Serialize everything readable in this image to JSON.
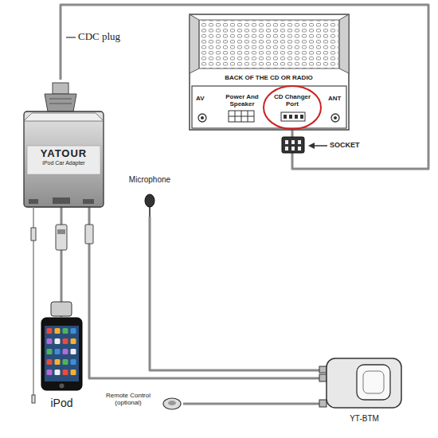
{
  "diagram": {
    "nodes": [
      {
        "text": [
          "BACK OF THE CD OR RADIO"
        ]
      },
      {
        "text": [
          "Power And Speaker"
        ],
        "in": 0
      },
      {
        "text": [
          "CD Changer Port"
        ],
        "in": 0
      },
      {
        "text": [
          "YATOUR",
          "iPod Car Adapter"
        ]
      },
      {
        "text": [
          "Microphone"
        ]
      },
      {
        "text": [
          "iPod"
        ]
      },
      {
        "text": [
          "Remote Control (optional)"
        ]
      },
      {
        "text": [
          "YT-BTM"
        ]
      }
    ],
    "edges": [
      {
        "from": 3,
        "to": 2,
        "arrow": "none"
      },
      {
        "from": 3,
        "to": 5,
        "arrow": "none"
      },
      {
        "from": 3,
        "to": 7,
        "arrow": "none"
      },
      {
        "from": 4,
        "to": 7,
        "arrow": "none"
      },
      {
        "from": 6,
        "to": 7,
        "arrow": "none"
      }
    ],
    "labels": [
      "CDC plug",
      "AV",
      "ANT",
      "SOCKET"
    ]
  }
}
